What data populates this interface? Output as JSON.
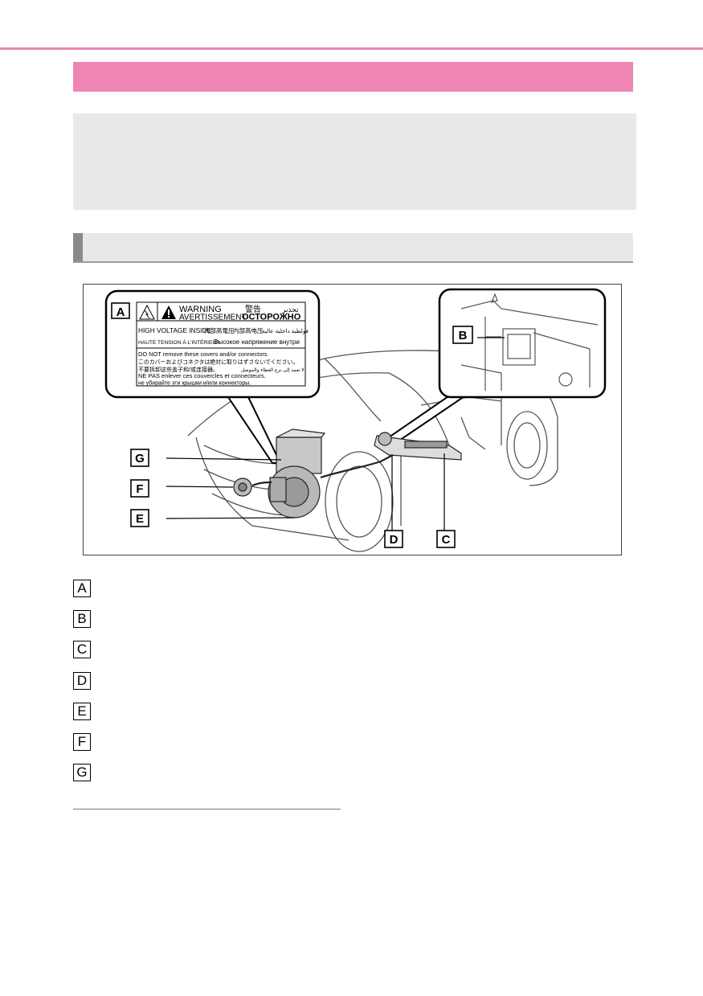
{
  "figure": {
    "label_warning_title_en": "WARNING",
    "label_warning_title_fr": "AVERTISSEMENT",
    "label_warning_title_jp": "警告",
    "label_warning_title_ar": "تحذير",
    "label_warning_title_ru": "ОСТОРОЖНО",
    "label_hv_en": "HIGH VOLTAGE INSIDE",
    "label_hv_jp": "内部高電圧",
    "label_hv_cn": "内部高电压",
    "label_hv_ar": "فولطية داخلية عالية",
    "label_hv_fr": "HAUTE TENSION À L'INTÉRIEUR",
    "label_hv_ru": "Высокое напряжение внутри",
    "label_line_1": "DO NOT remove these covers and/or connectors.",
    "label_line_2": "このカバーおよびコネクタは絶対に取りはずさないでください。",
    "label_line_3": "不要拆卸这些盖子和/或连接器。",
    "label_line_3_ar": "لا تعمد إلى نزع الغطاء والموصل",
    "label_line_4": "NE PAS enlever ces couvercles et connecteurs.",
    "label_line_5": "не убирайте эти крышки и/или коннекторы.",
    "callouts": [
      "A",
      "B",
      "C",
      "D",
      "E",
      "F",
      "G"
    ]
  },
  "legend": [
    "A",
    "B",
    "C",
    "D",
    "E",
    "F",
    "G"
  ],
  "colors": {
    "accent_pink": "#ef85b3",
    "rule_pink": "#e989b4",
    "gray_box": "#e9e9e9"
  }
}
